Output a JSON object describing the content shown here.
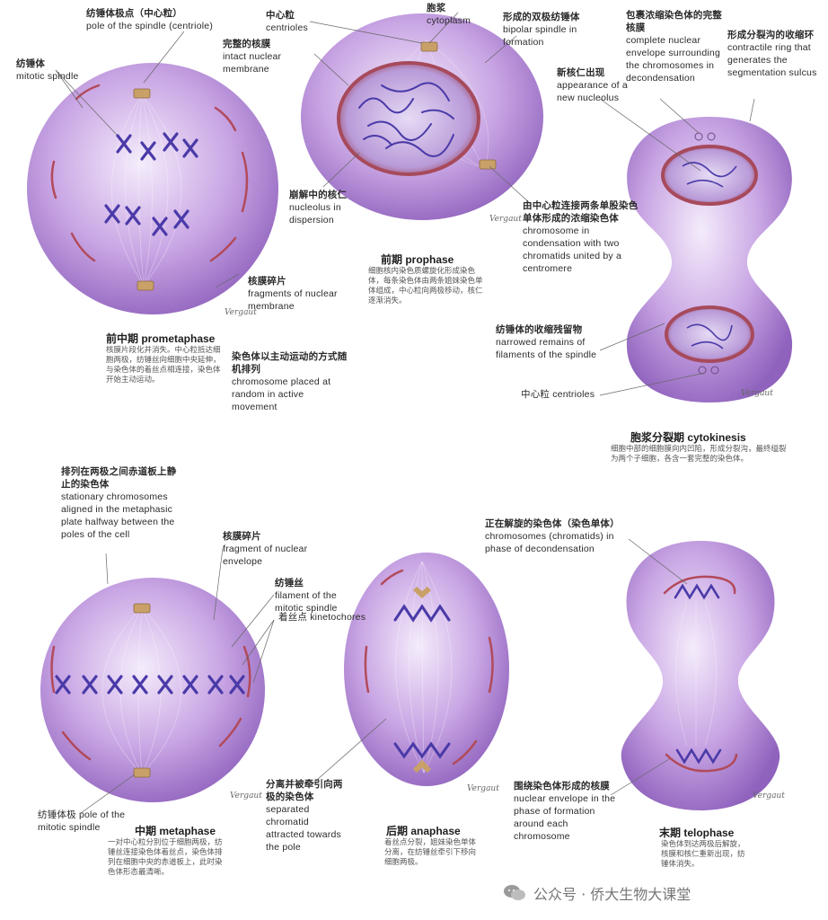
{
  "labels": {
    "pole_spindle": {
      "zh": "纺锤体极点（中心粒）",
      "en": "pole of the spindle (centriole)"
    },
    "mitotic_spindle": {
      "zh": "纺锤体",
      "en": "mitotic spindle"
    },
    "centrioles_top": {
      "zh": "中心粒",
      "en": "centrioles"
    },
    "intact_membrane": {
      "zh": "完整的核膜",
      "en": "intact nuclear membrane"
    },
    "cytoplasm": {
      "zh": "胞浆",
      "en": "cytoplasm"
    },
    "bipolar_spindle": {
      "zh": "形成的双极纺锤体",
      "en": "bipolar spindle in formation"
    },
    "complete_envelope": {
      "zh": "包裹浓缩染色体的完整核膜",
      "en": "complete nuclear envelope surrounding the chromosomes in decondensation"
    },
    "contractile_ring": {
      "zh": "形成分裂沟的收缩环",
      "en": "contractile ring that generates the segmentation sulcus"
    },
    "new_nucleolus": {
      "zh": "新核仁出现",
      "en": "appearance of a new nucleolus"
    },
    "nucleolus_dispersion": {
      "zh": "崩解中的核仁",
      "en": "nucleolus in dispersion"
    },
    "two_chromatids": {
      "zh": "由中心粒连接两条单股染色单体形成的浓缩染色体",
      "en": "chromosome in condensation with two chromatids united by a centromere"
    },
    "fragments_membrane": {
      "zh": "核膜碎片",
      "en": "fragments of nuclear membrane"
    },
    "random_chromosomes": {
      "zh": "染色体以主动运动的方式随机排列",
      "en": "chromosome placed at random in active movement"
    },
    "narrowed_remains": {
      "zh": "纺锤体的收缩残留物",
      "en": "narrowed remains of filaments of the spindle"
    },
    "centrioles_bottom": {
      "zh": "中心粒",
      "en": "centrioles"
    },
    "metaphasic_plate": {
      "zh": "排列在两极之间赤道板上静止的染色体",
      "en": "stationary chromosomes aligned in the metaphasic plate halfway between the poles of the cell"
    },
    "fragment_envelope": {
      "zh": "核膜碎片",
      "en": "fragment of nuclear envelope"
    },
    "filament_spindle": {
      "zh": "纺锤丝",
      "en": "filament of the mitotic spindle"
    },
    "kinetochores": {
      "zh": "着丝点",
      "en": "kinetochores"
    },
    "decondensation": {
      "zh": "正在解旋的染色体（染色单体）",
      "en": "chromosomes (chromatids) in phase of decondensation"
    },
    "pole_bottom": {
      "zh": "纺锤体极",
      "en": "pole of the mitotic spindle"
    },
    "separated_chromatid": {
      "zh": "分离并被牵引向两极的染色体",
      "en": "separated chromatid attracted towards the pole"
    },
    "envelope_forming": {
      "zh": "围绕染色体形成的核膜",
      "en": "nuclear envelope in the phase of formation around each chromosome"
    }
  },
  "phases": {
    "prometaphase": {
      "title": "前中期 prometaphase",
      "desc": "核膜片段化并消失。中心粒抵达细胞两极，纺锤丝向细胞中央延伸，与染色体的着丝点相连接，染色体开始主动运动。"
    },
    "prophase": {
      "title": "前期 prophase",
      "desc": "细胞核内染色质螺旋化形成染色体，每条染色体由两条姐妹染色单体组成，中心粒向两极移动，核仁逐渐消失。"
    },
    "cytokinesis": {
      "title": "胞浆分裂期 cytokinesis",
      "desc": "细胞中部的细胞膜向内凹陷，形成分裂沟，最终缢裂为两个子细胞，各含一套完整的染色体。"
    },
    "metaphase": {
      "title": "中期 metaphase",
      "desc": "一对中心粒分别位于细胞两极，纺锤丝连接染色体着丝点，染色体排列在细胞中央的赤道板上，此时染色体形态最清晰。"
    },
    "anaphase": {
      "title": "后期 anaphase",
      "desc": "着丝点分裂，姐妹染色单体分离，在纺锤丝牵引下移向细胞两极。"
    },
    "telophase": {
      "title": "末期 telophase",
      "desc": "染色体到达两极后解旋，核膜和核仁重新出现，纺锤体消失。"
    }
  },
  "signature": "Vergaut",
  "footer": {
    "text": "公众号 · 侨大生物大课堂"
  },
  "colors": {
    "cell": "#b890d8",
    "cell_dark": "#8a62b8",
    "chromosome": "#4a3aa8",
    "membrane": "#b24a5a",
    "centriole": "#c8a066"
  }
}
